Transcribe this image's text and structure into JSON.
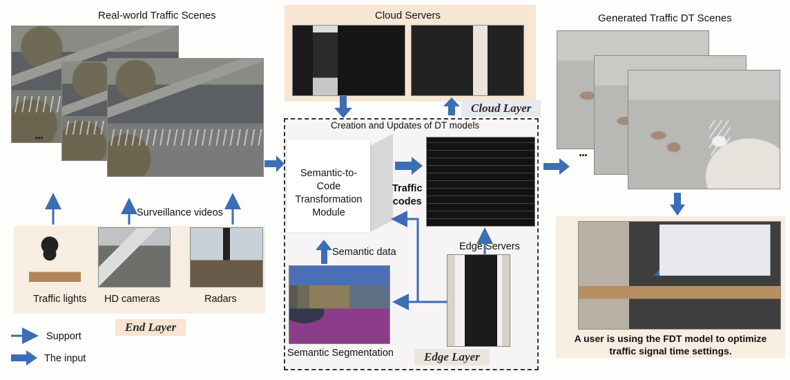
{
  "sections": {
    "real_world": {
      "title": "Real-world Traffic Scenes",
      "ellipsis": "..."
    },
    "cloud": {
      "title": "Cloud Servers",
      "layer_tag": "Cloud Layer"
    },
    "generated": {
      "title": "Generated Traffic DT Scenes",
      "ellipsis": "..."
    },
    "edge": {
      "header": "Creation and Updates of DT models",
      "module": [
        "Semantic-to-",
        "Code",
        "Transformation",
        "Module"
      ],
      "traffic_codes": [
        "Traffic",
        "codes"
      ],
      "semantic_data": "Semantic data",
      "edge_servers": "Edge Servers",
      "segmentation": "Semantic Segmentation",
      "layer_tag": "Edge Layer"
    },
    "end": {
      "surveillance": "Surveillance videos",
      "devices": [
        "Traffic lights",
        "HD cameras",
        "Radars"
      ],
      "layer_tag": "End Layer"
    },
    "user": {
      "caption": [
        "A user is using the FDT model to optimize",
        "traffic signal time settings."
      ]
    }
  },
  "legend": {
    "items": [
      {
        "label": "Support",
        "kind": "thin-arrow"
      },
      {
        "label": "The input",
        "kind": "thick-arrow"
      }
    ]
  },
  "colors": {
    "arrow": "#3d6db5",
    "cloud_panel": "#f8e6d5",
    "end_panel": "#f7ede0",
    "edge_box": "#f6f4f4"
  }
}
